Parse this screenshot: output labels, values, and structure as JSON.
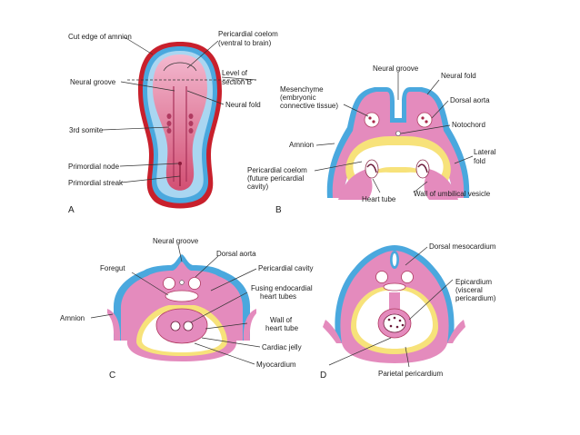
{
  "panels": {
    "a": "A",
    "b": "B",
    "c": "C",
    "d": "D"
  },
  "labels_a": {
    "cut_edge": "Cut edge of amnion",
    "pericardial_coelom_1": "Pericardial coelom",
    "pericardial_coelom_2": "(ventral to brain)",
    "level_1": "Level of",
    "level_2": "section B",
    "neural_groove": "Neural groove",
    "neural_fold": "Neural fold",
    "somite": "3rd somite",
    "node": "Primordial node",
    "streak": "Primordial streak"
  },
  "labels_b": {
    "neural_groove": "Neural groove",
    "neural_fold": "Neural fold",
    "mesenchyme_1": "Mesenchyme",
    "mesenchyme_2": "(embryonic",
    "mesenchyme_3": "connective tissue)",
    "dorsal_aorta": "Dorsal aorta",
    "notochord": "Notochord",
    "amnion": "Amnion",
    "lateral_1": "Lateral",
    "lateral_2": "fold",
    "pc_1": "Pericardial coelom",
    "pc_2": "(future pericardial",
    "pc_3": "cavity)",
    "heart_tube": "Heart tube",
    "umbilical": "Wall of umbilical vesicle"
  },
  "labels_c": {
    "neural_groove": "Neural groove",
    "dorsal_aorta": "Dorsal aorta",
    "foregut": "Foregut",
    "pericardial_cavity": "Pericardial cavity",
    "fusing_1": "Fusing endocardial",
    "fusing_2": "heart tubes",
    "amnion": "Amnion",
    "wall_1": "Wall of",
    "wall_2": "heart tube",
    "jelly": "Cardiac jelly",
    "myocardium": "Myocardium"
  },
  "labels_d": {
    "dorsal_meso": "Dorsal mesocardium",
    "epi_1": "Epicardium",
    "epi_2": "(visceral",
    "epi_3": "pericardium)",
    "parietal": "Parietal pericardium"
  },
  "colors": {
    "pink": "#e48bbd",
    "blue": "#4aa8de",
    "yellow": "#f7e27a",
    "red": "#c8202c",
    "lightblue": "#a9d6f1"
  }
}
